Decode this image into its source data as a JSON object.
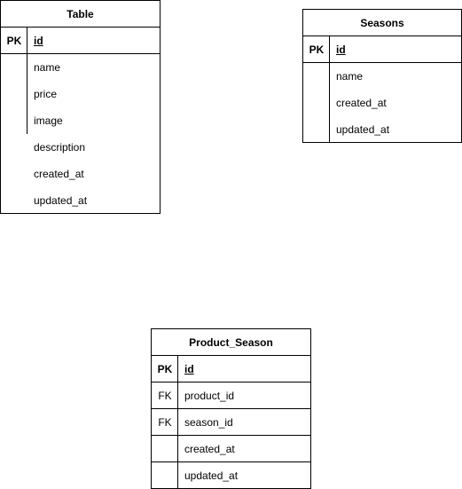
{
  "tables": {
    "table": {
      "title": "Table",
      "pk_label": "PK",
      "pk_field": "id",
      "fields": [
        "name",
        "price",
        "image",
        "description",
        "created_at",
        "updated_at"
      ]
    },
    "seasons": {
      "title": "Seasons",
      "pk_label": "PK",
      "pk_field": "id",
      "fields": [
        "name",
        "created_at",
        "updated_at"
      ]
    },
    "product_season": {
      "title": "Product_Season",
      "pk_label": "PK",
      "pk_field": "id",
      "fk_label": "FK",
      "fk_fields": [
        "product_id",
        "season_id"
      ],
      "fields": [
        "created_at",
        "updated_at"
      ]
    }
  }
}
